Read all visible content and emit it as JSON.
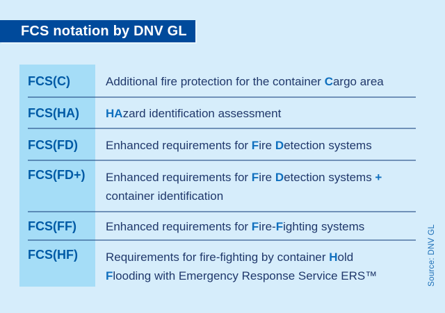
{
  "colors": {
    "page_bg": "#d6edfb",
    "banner_bg": "#004a9b",
    "banner_text": "#ffffff",
    "code_bg": "#a5ddf7",
    "code_text": "#005aa5",
    "body_text": "#20386b",
    "highlight": "#0f6fbe",
    "divider": "rgba(30,70,130,0.55)",
    "source_text": "#1a6db6"
  },
  "banner": {
    "label": "FCS notation by DNV GL"
  },
  "table": {
    "rows": [
      {
        "code": "FCS(C)",
        "desc": [
          [
            "Additional fire protection for the container "
          ],
          [
            "C",
            1
          ],
          [
            "argo area"
          ]
        ]
      },
      {
        "code": "FCS(HA)",
        "desc": [
          [
            "HA",
            1
          ],
          [
            "zard identification assessment"
          ]
        ]
      },
      {
        "code": "FCS(FD)",
        "desc": [
          [
            "Enhanced requirements for "
          ],
          [
            "F",
            1
          ],
          [
            "ire "
          ],
          [
            "D",
            1
          ],
          [
            "etection systems"
          ]
        ]
      },
      {
        "code": "FCS(FD+)",
        "desc": [
          [
            "Enhanced requirements for "
          ],
          [
            "F",
            1
          ],
          [
            "ire "
          ],
          [
            "D",
            1
          ],
          [
            "etection systems "
          ],
          [
            "+",
            1
          ],
          [
            "\n"
          ],
          [
            "container identification"
          ]
        ]
      },
      {
        "code": "FCS(FF)",
        "desc": [
          [
            "Enhanced requirements for "
          ],
          [
            "F",
            1
          ],
          [
            "ire-"
          ],
          [
            "F",
            1
          ],
          [
            "ighting systems"
          ]
        ]
      },
      {
        "code": "FCS(HF)",
        "desc": [
          [
            "Requirements for fire-fighting by container "
          ],
          [
            "H",
            1
          ],
          [
            "old"
          ],
          [
            "\n"
          ],
          [
            "F",
            1
          ],
          [
            "looding with Emergency Response Service ERS™"
          ]
        ]
      }
    ]
  },
  "source": {
    "label": "Source: DNV GL"
  }
}
